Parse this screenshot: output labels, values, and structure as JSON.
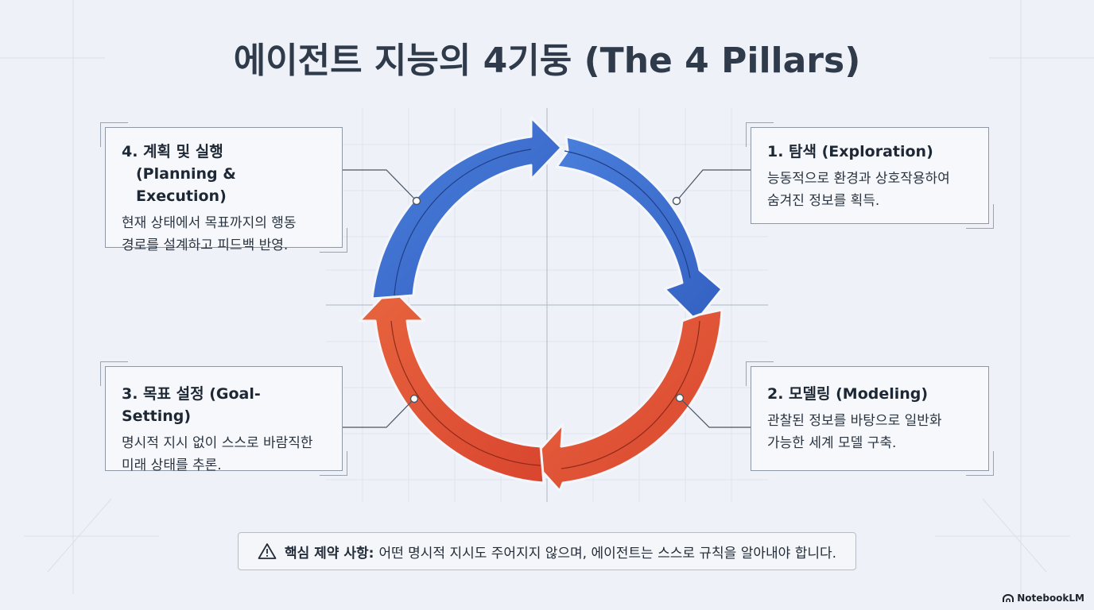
{
  "title": "에이전트 지능의 4기둥 (The 4 Pillars)",
  "pillars": [
    {
      "title": "1. 탐색 (Exploration)",
      "text1": "능동적으로 환경과 상호작용하여",
      "text2": "숨겨진 정보를 획득."
    },
    {
      "title": "2. 모델링 (Modeling)",
      "text1": "관찰된 정보를 바탕으로 일반화",
      "text2": "가능한 세계 모델 구축."
    },
    {
      "title": "3. 목표 설정 (Goal-Setting)",
      "text1": "명시적 지시 없이 스스로 바람직한",
      "text2": "미래 상태를 추론."
    },
    {
      "title": "4. 계획 및 실행",
      "subtitle": "(Planning & Execution)",
      "text1": "현재 상태에서 목표까지의 행동",
      "text2": "경로를 설계하고 피드백 반영."
    }
  ],
  "note": {
    "label": "핵심 제약 사항:",
    "text": "어떤 명시적 지시도 주어지지 않으며, 에이전트는 스스로 규칙을 알아내야 합니다."
  },
  "brand": "NotebookLM",
  "colors": {
    "blue": "#3c6fcf",
    "red": "#e0583c",
    "background": "#eef2f8"
  },
  "icons": [
    "warning-icon",
    "notebooklm-logo-icon"
  ]
}
